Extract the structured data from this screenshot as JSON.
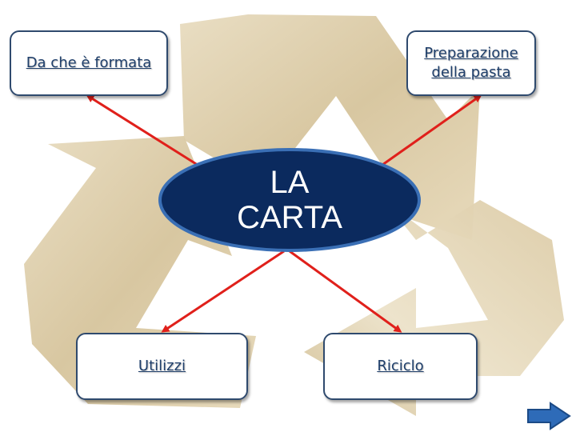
{
  "diagram": {
    "center": {
      "label": "LA\nCARTA"
    },
    "nodes": {
      "top_left": "Da che è formata",
      "top_right": "Preparazione\ndella pasta",
      "bottom_left": "Utilizzi",
      "bottom_right": "Riciclo"
    }
  },
  "navigation": {
    "next_icon": "right-arrow-icon"
  },
  "colors": {
    "ellipse_fill": "#0b2a5e",
    "ellipse_border": "#3a6fb5",
    "arrow": "#e0201b",
    "box_border": "#2f4a6e",
    "link_text": "#1f3f6b",
    "paper": "#d9c9a3",
    "nav_button": "#2e6bb8"
  }
}
